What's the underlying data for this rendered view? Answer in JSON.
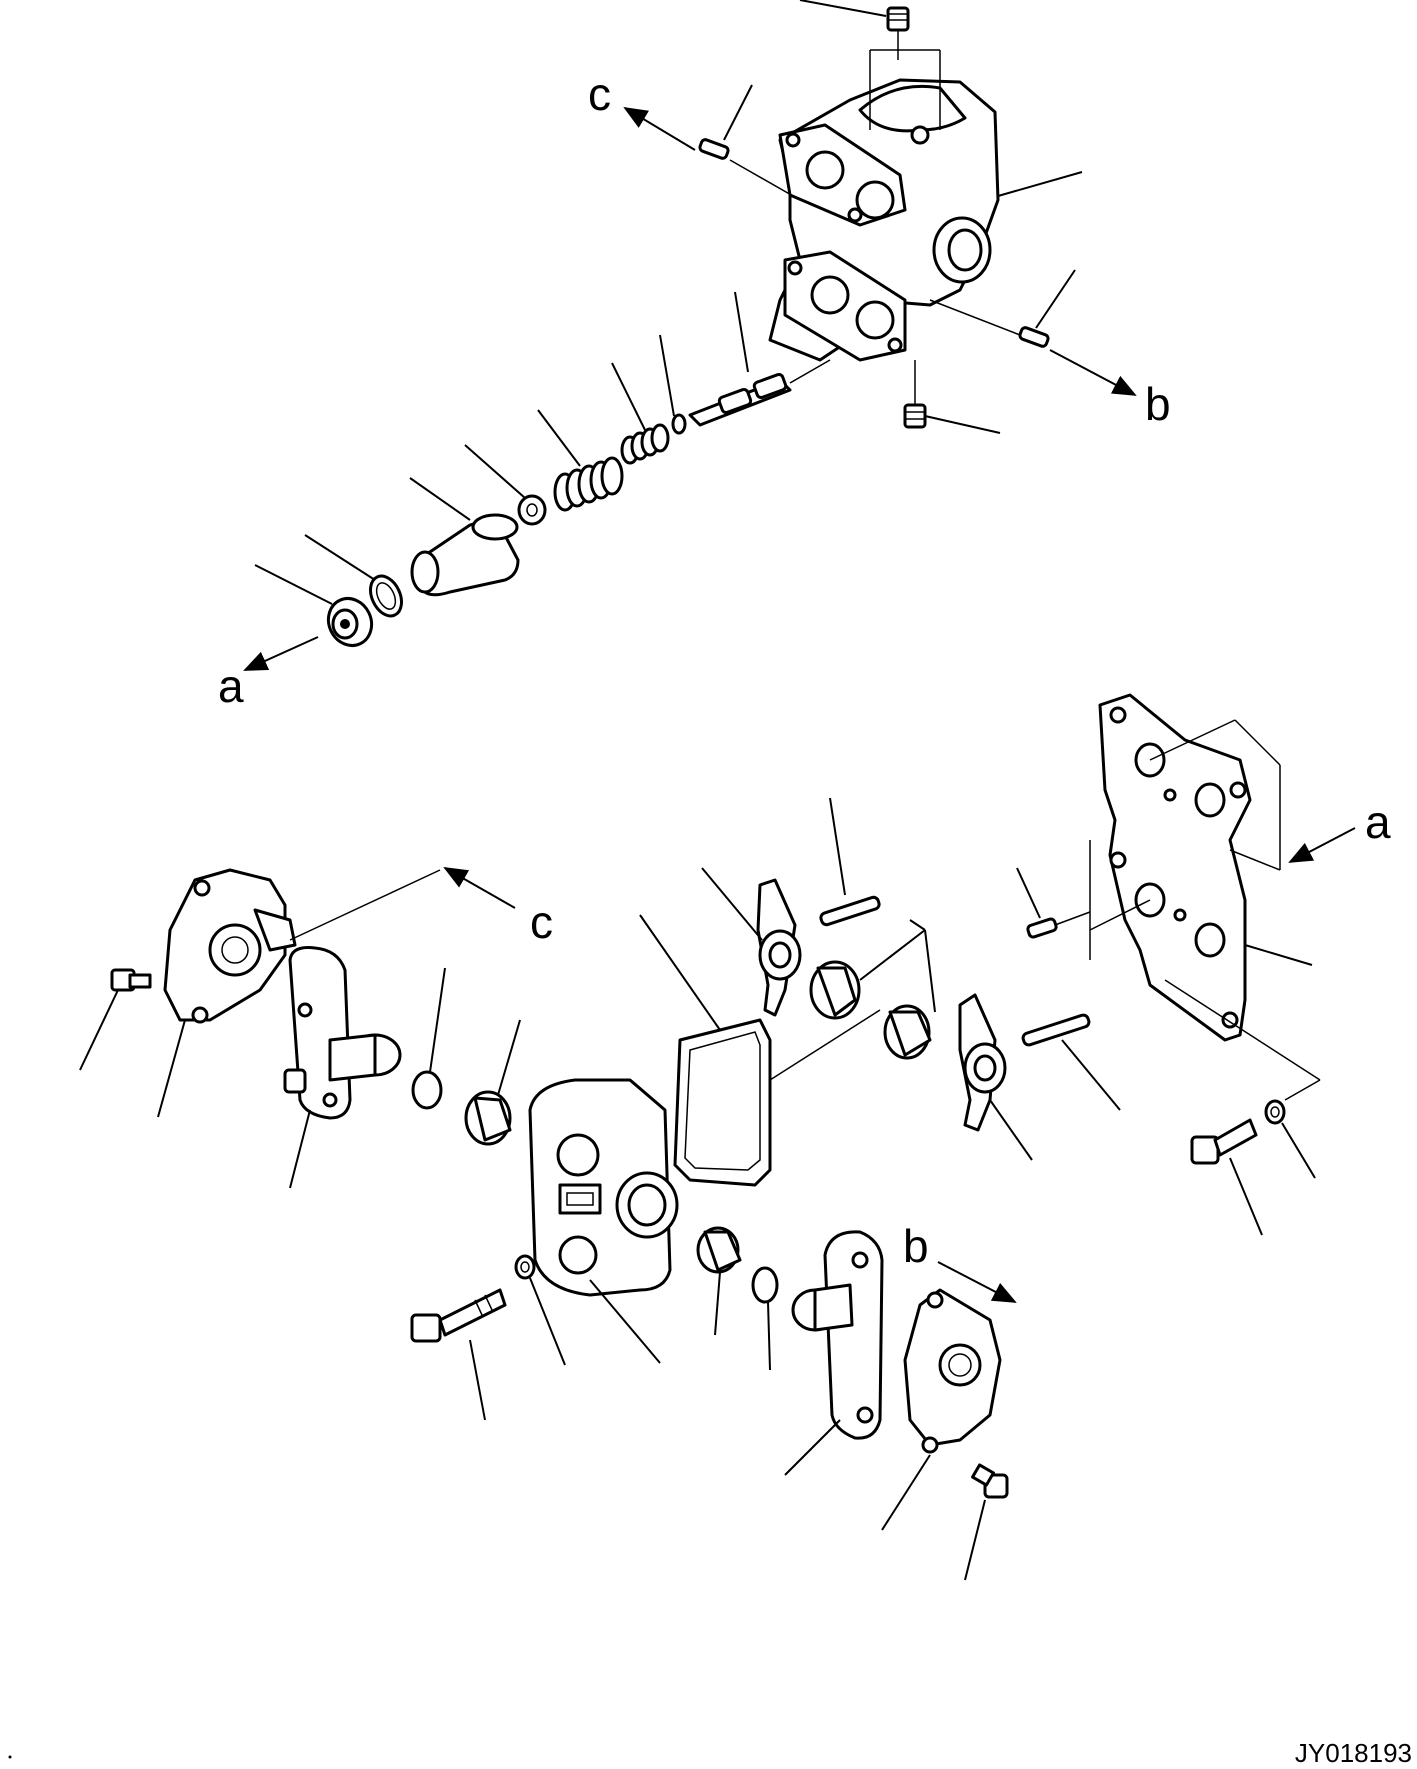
{
  "labels": {
    "a_upper": "a",
    "b_upper": "b",
    "c_upper": "c",
    "a_lower": "a",
    "b_lower": "b",
    "c_lower": "c"
  },
  "drawing_code": "JY018193"
}
